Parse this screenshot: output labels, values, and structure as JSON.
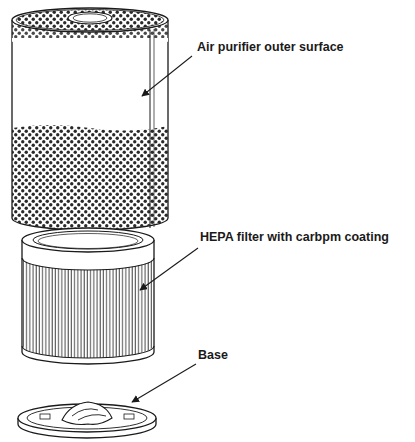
{
  "diagram": {
    "labels": [
      "Air purifier outer surface",
      "HEPA filter with carbpm coating",
      "Base"
    ]
  }
}
